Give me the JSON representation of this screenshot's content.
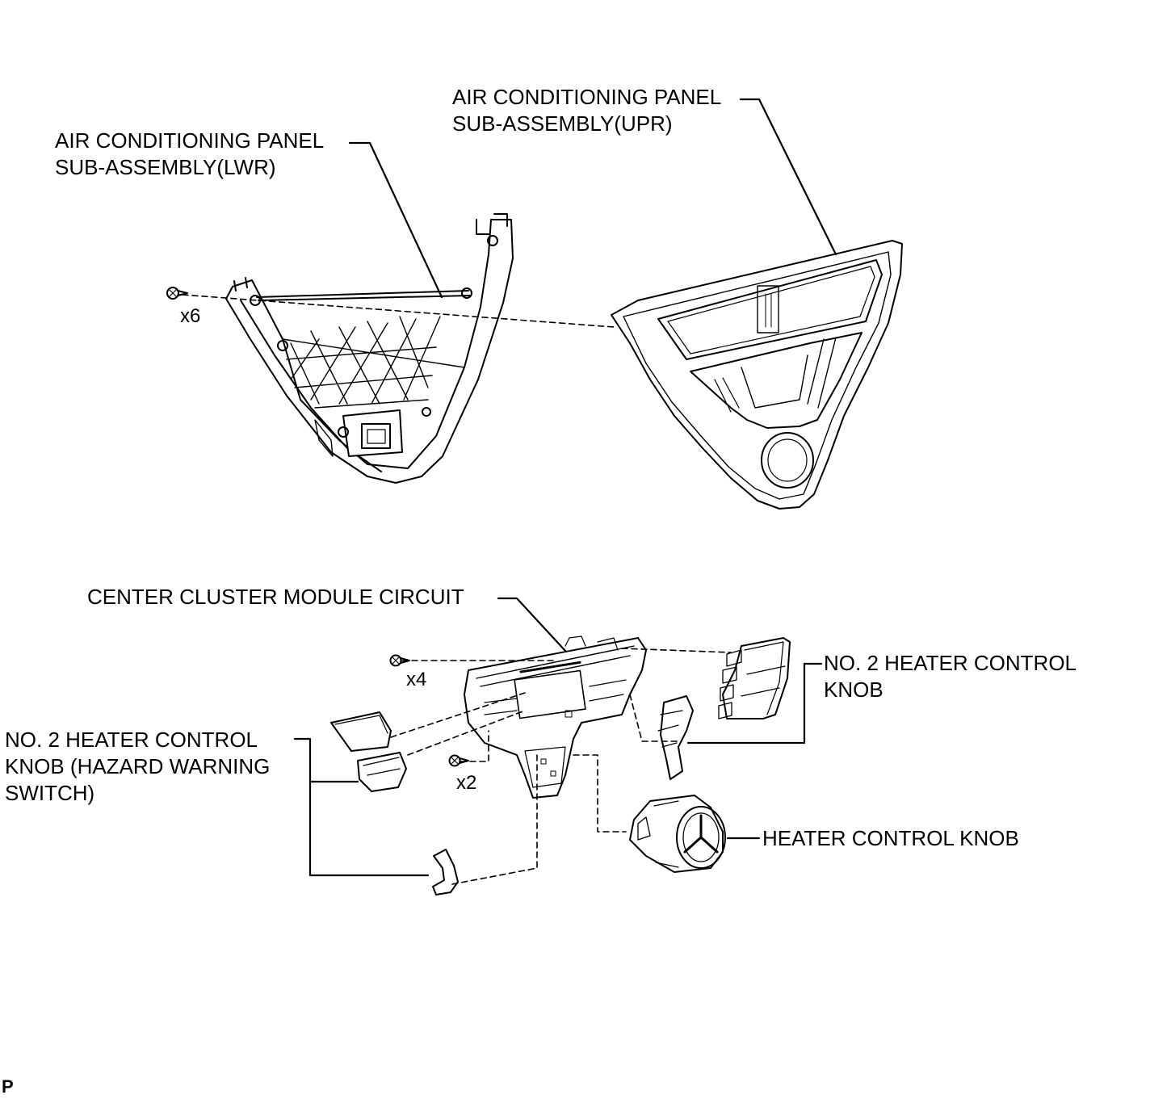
{
  "labels": {
    "ac_panel_upr": [
      "AIR CONDITIONING PANEL",
      "SUB-ASSEMBLY(UPR)"
    ],
    "ac_panel_lwr": [
      "AIR CONDITIONING PANEL",
      "SUB-ASSEMBLY(LWR)"
    ],
    "center_cluster": "CENTER CLUSTER MODULE CIRCUIT",
    "heater_knob_no2_right": [
      "NO. 2 HEATER CONTROL",
      "KNOB"
    ],
    "heater_knob_no2_hazard": [
      "NO. 2 HEATER CONTROL",
      "KNOB (HAZARD WARNING",
      "SWITCH)"
    ],
    "heater_control_knob": "HEATER CONTROL KNOB"
  },
  "quantities": {
    "upper_screws": "x6",
    "cluster_screws_top": "x4",
    "cluster_screws_bottom": "x2"
  },
  "corner_mark": "P"
}
